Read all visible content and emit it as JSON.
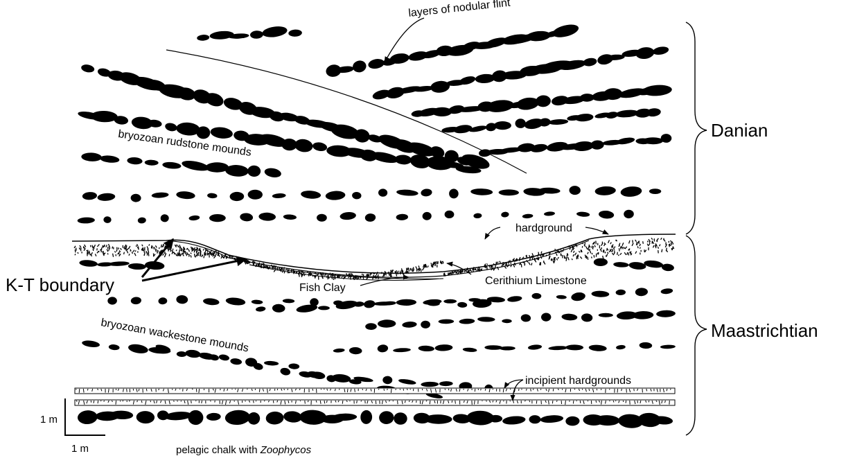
{
  "labels": {
    "nodular_flint": "layers of nodular flint",
    "rudstone": "bryozoan rudstone mounds",
    "hardground": "hardground",
    "kt_boundary": "K-T boundary",
    "fish_clay": "Fish Clay",
    "cerithium": "Cerithium Limestone",
    "wackestone": "bryozoan wackestone mounds",
    "incipient": "incipient hardgrounds",
    "pelagic_prefix": "pelagic chalk with ",
    "pelagic_italic": "Zoophycos",
    "danian": "Danian",
    "maastrichtian": "Maastrichtian",
    "scale_vertical": "1 m",
    "scale_horizontal": "1 m"
  },
  "colors": {
    "ink": "#000000",
    "background": "#ffffff"
  }
}
